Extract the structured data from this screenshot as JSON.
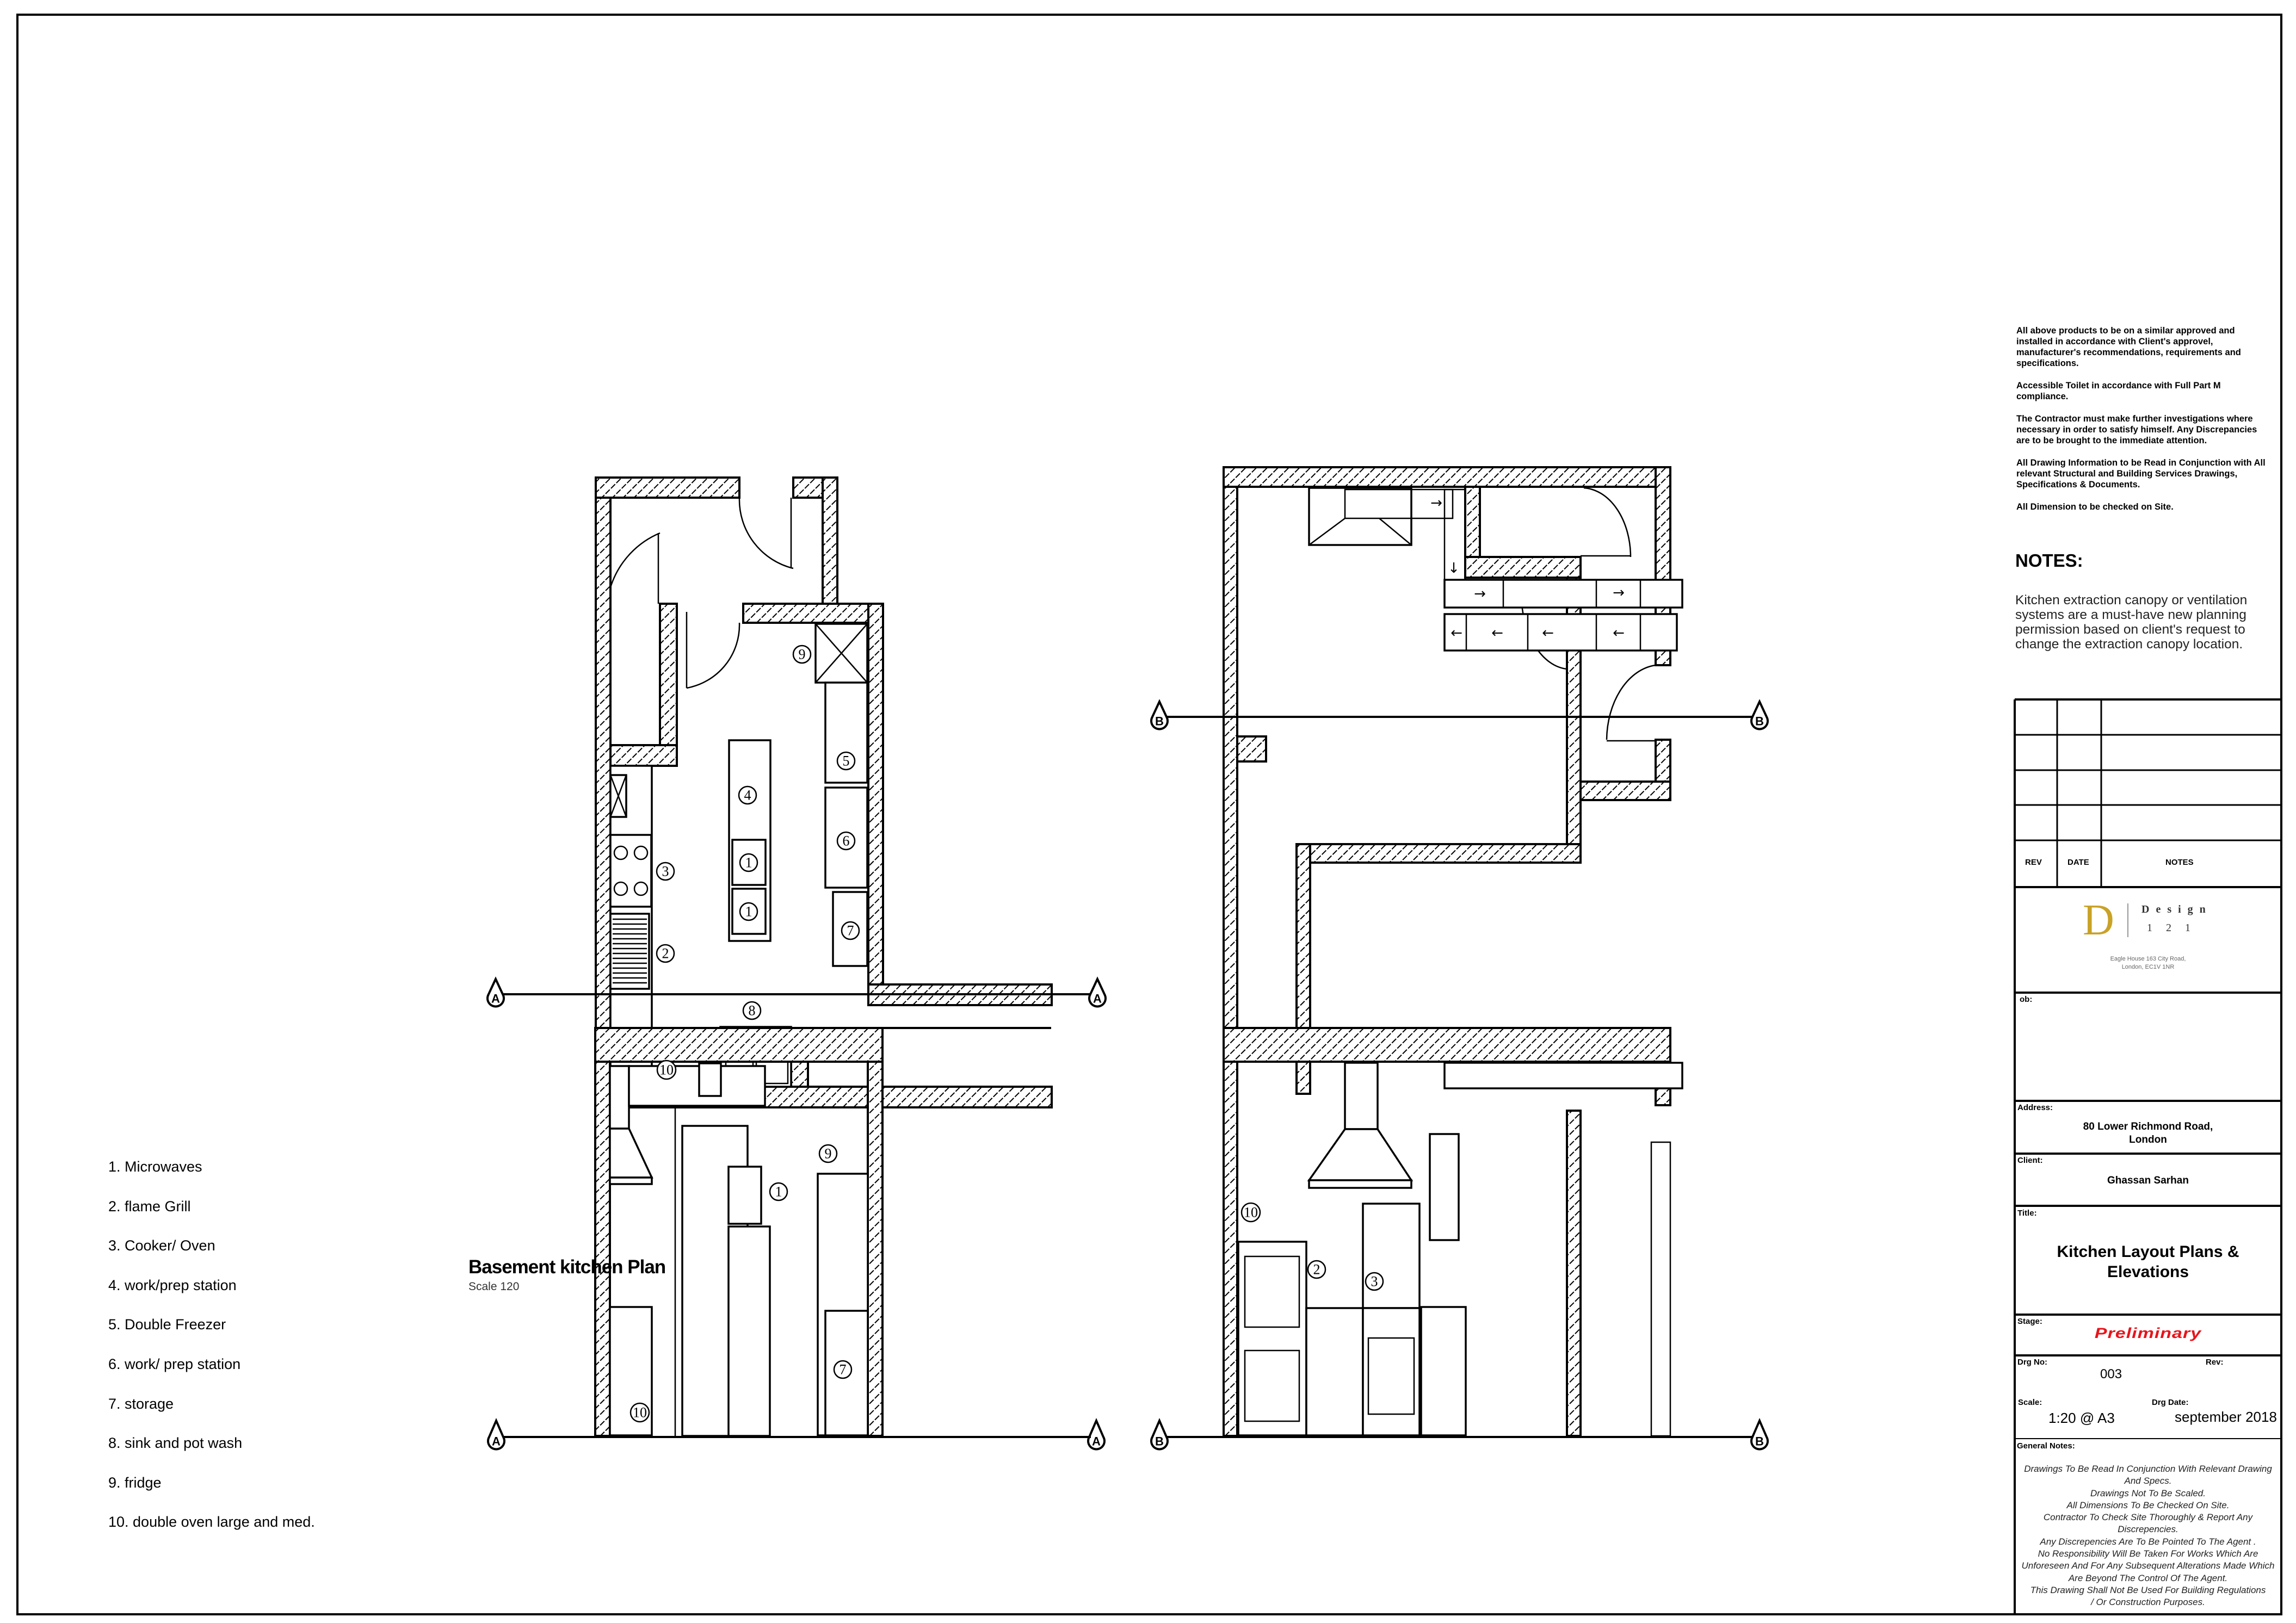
{
  "legend": [
    "1.  Microwaves",
    "2.  flame Grill",
    "3.  Cooker/ Oven",
    "4.  work/prep station",
    "5.  Double Freezer",
    "6.  work/ prep station",
    "7.  storage",
    "8.  sink and pot wash",
    "9.  fridge",
    "10.  double oven large and med."
  ],
  "plan": {
    "title": "Basement kitchen Plan",
    "scale": "Scale 120"
  },
  "section_markers": {
    "a": "A",
    "b": "B"
  },
  "plan_a": {
    "balloons": [
      "9",
      "5",
      "4",
      "6",
      "1",
      "1",
      "3",
      "7",
      "2",
      "8",
      "10"
    ]
  },
  "plan_b": {
    "arrows": {
      "right": "→",
      "left": "←",
      "down": "↓"
    }
  },
  "elev_a": {
    "balloons": [
      "1",
      "9",
      "7",
      "10"
    ]
  },
  "elev_b": {
    "balloons": [
      "10",
      "2",
      "3"
    ]
  },
  "notes": {
    "paragraphs": [
      "All above products to be on a similar approved and installed in accordance with Client's approvel, manufacturer's recommendations, requirements and specifications.",
      "Accessible Toilet in accordance with Full Part M compliance.",
      "The Contractor must make further investigations where necessary in order to satisfy himself. Any Discrepancies are to be brought to the immediate attention.",
      "All Drawing Information  to be Read in Conjunction with All relevant Structural and Building Services Drawings, Specifications & Documents.",
      "All Dimension to be checked on Site."
    ],
    "heading": "NOTES:",
    "extraction_note": "Kitchen extraction canopy or ventilation systems are a must-have new planning permission based on client's request  to change the extraction canopy location."
  },
  "title_block": {
    "rev_table": {
      "headers": [
        "REV",
        "DATE",
        "NOTES"
      ]
    },
    "logo": {
      "letter": "D",
      "word": "Design",
      "number": "1 2 1",
      "gold": "#c9a227"
    },
    "company_address": [
      "Eagle House 163 City Road,",
      "London, EC1V 1NR"
    ],
    "job_label": "ob:",
    "address_label": "Address:",
    "address_value": [
      "80 Lower Richmond Road,",
      "London"
    ],
    "client_label": "Client:",
    "client_value": "Ghassan Sarhan",
    "title_label": "Title:",
    "title_value": [
      "Kitchen Layout Plans &",
      "Elevations"
    ],
    "stage_label": "Stage:",
    "stage_value": "Preliminary",
    "stage_color": "#e8141b",
    "drg_no_label": "Drg No:",
    "drg_no_value": "003",
    "rev_label": "Rev:",
    "scale_label": "Scale:",
    "scale_value": "1:20 @ A3",
    "date_label": "Drg Date:",
    "date_value": "september 2018",
    "general_notes_label": "General Notes:",
    "general_notes": [
      "Drawings To Be Read In Conjunction With Relevant Drawing",
      "And Specs.",
      "Drawings Not To Be Scaled.",
      "All Dimensions To Be Checked On Site.",
      "Contractor To Check Site Thoroughly & Report Any",
      "Discrepencies.",
      "Any Discrepencies Are To Be Pointed To The Agent .",
      "No Responsibility Will Be Taken For Works Which Are",
      "Unforeseen And For Any Subsequent Alterations Made Which",
      "Are Beyond The Control Of The Agent.",
      "This Drawing Shall Not Be Used For Building Regulations",
      "/ Or Construction Purposes."
    ]
  }
}
